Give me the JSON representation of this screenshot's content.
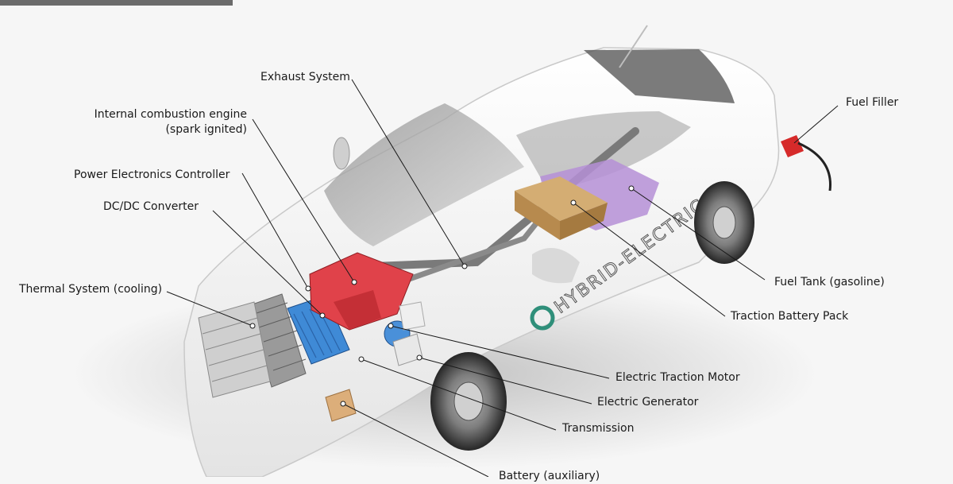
{
  "colors": {
    "background": "#f6f6f6",
    "top_bar": "#6b6b6b",
    "car_body": "#ffffff",
    "glass": "#bdbdbd",
    "engine": "#e0424a",
    "converter": "#3f8ad6",
    "battery_pack": "#c8a064",
    "fuel_tank": "#b58fd6",
    "fuel_nozzle": "#d62a2a",
    "leader_line": "#1a1a1a"
  },
  "car": {
    "decal_text": "HYBRID-ELECTRIC"
  },
  "labels": {
    "exhaust_system": "Exhaust System",
    "ice_line1": "Internal combustion engine",
    "ice_line2": "(spark ignited)",
    "power_electronics": "Power Electronics Controller",
    "dcdc_converter": "DC/DC Converter",
    "thermal_system": "Thermal System (cooling)",
    "fuel_filler": "Fuel Filler",
    "fuel_tank": "Fuel Tank (gasoline)",
    "traction_battery": "Traction Battery Pack",
    "traction_motor": "Electric Traction Motor",
    "generator": "Electric Generator",
    "transmission": "Transmission",
    "battery_aux": "Battery (auxiliary)"
  }
}
